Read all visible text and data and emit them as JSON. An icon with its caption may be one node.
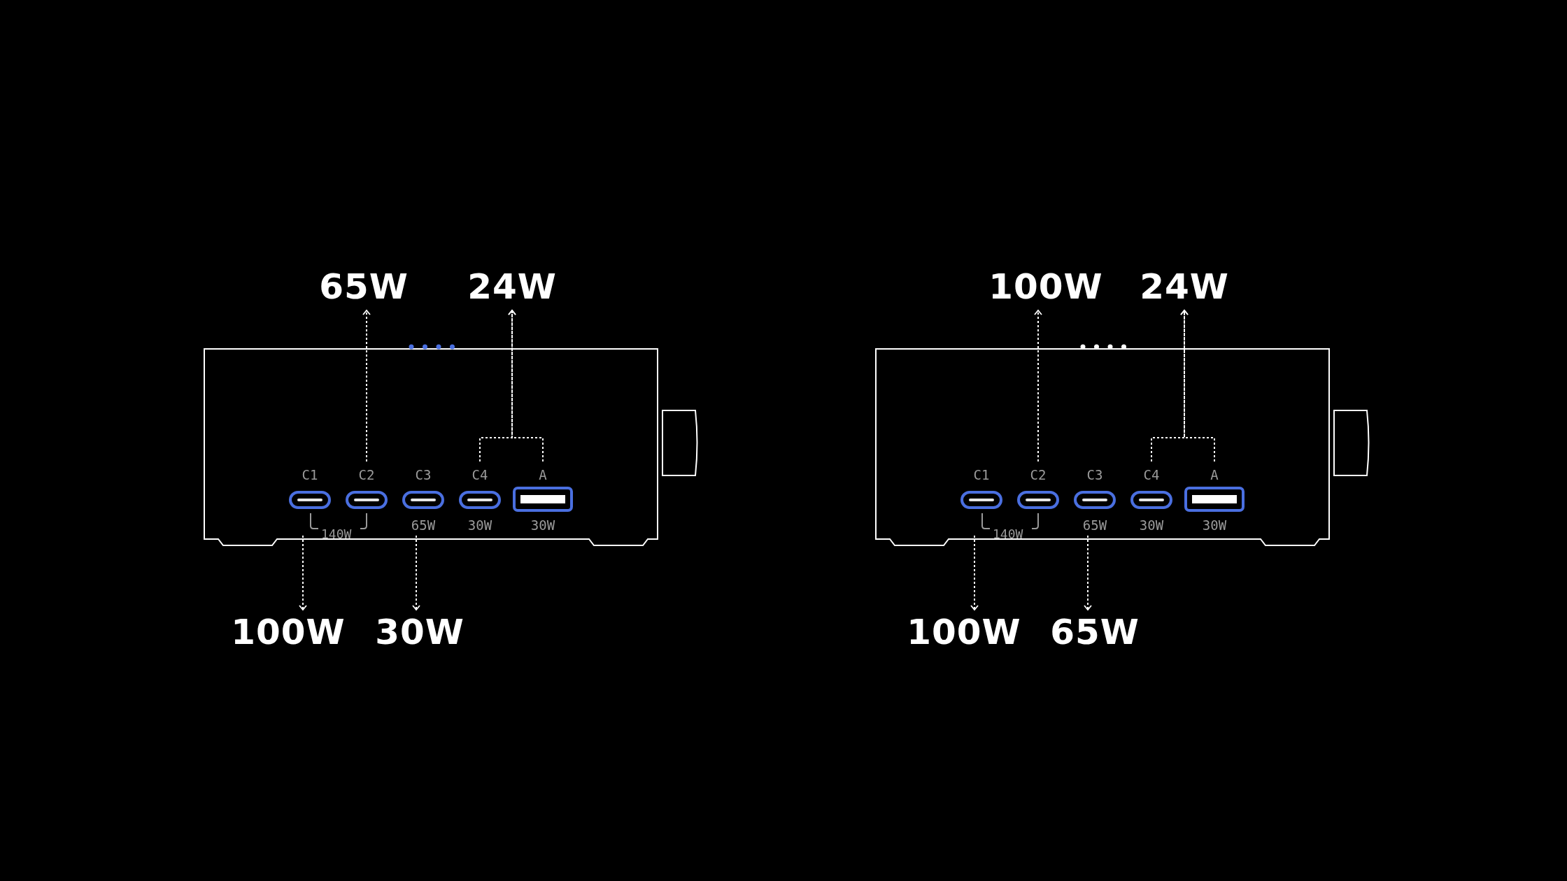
{
  "diagram": {
    "nodes": [
      {
        "text": [
          "65W"
        ]
      },
      {
        "text": [
          "24W"
        ]
      },
      {
        "text": [],
        "shape": "box"
      },
      {
        "text": [
          "C1"
        ],
        "in": 2
      },
      {
        "text": [
          "C2"
        ],
        "in": 2
      },
      {
        "text": [
          "C3"
        ],
        "beside": [
          "65W"
        ],
        "in": 2
      },
      {
        "text": [
          "C4"
        ],
        "beside": [
          "30W"
        ],
        "in": 2
      },
      {
        "text": [
          "A"
        ],
        "beside": [
          "30W"
        ],
        "in": 2
      },
      {
        "text": [
          "100W"
        ]
      },
      {
        "text": [
          "30W"
        ]
      },
      {
        "text": [
          "100W"
        ]
      },
      {
        "text": [
          "24W"
        ]
      },
      {
        "text": [],
        "shape": "box"
      },
      {
        "text": [
          "C1"
        ],
        "in": 12
      },
      {
        "text": [
          "C2"
        ],
        "in": 12
      },
      {
        "text": [
          "C3"
        ],
        "beside": [
          "65W"
        ],
        "in": 12
      },
      {
        "text": [
          "C4"
        ],
        "beside": [
          "30W"
        ],
        "in": 12
      },
      {
        "text": [
          "A"
        ],
        "beside": [
          "30W"
        ],
        "in": 12
      },
      {
        "text": [
          "100W"
        ]
      },
      {
        "text": [
          "65W"
        ]
      }
    ],
    "edges": [
      {
        "from": 4,
        "to": 0,
        "arrow": "to"
      },
      {
        "from": 6,
        "to": 1,
        "arrow": "to"
      },
      {
        "from": 7,
        "to": 1,
        "arrow": "to"
      },
      {
        "from": 3,
        "to": 8,
        "arrow": "to"
      },
      {
        "from": 5,
        "to": 9,
        "arrow": "to"
      },
      {
        "from": 14,
        "to": 10,
        "arrow": "to"
      },
      {
        "from": 16,
        "to": 11,
        "arrow": "to"
      },
      {
        "from": 17,
        "to": 11,
        "arrow": "to"
      },
      {
        "from": 13,
        "to": 18,
        "arrow": "to"
      },
      {
        "from": 15,
        "to": 19,
        "arrow": "to"
      }
    ],
    "labels": [
      "140W",
      "140W"
    ]
  }
}
